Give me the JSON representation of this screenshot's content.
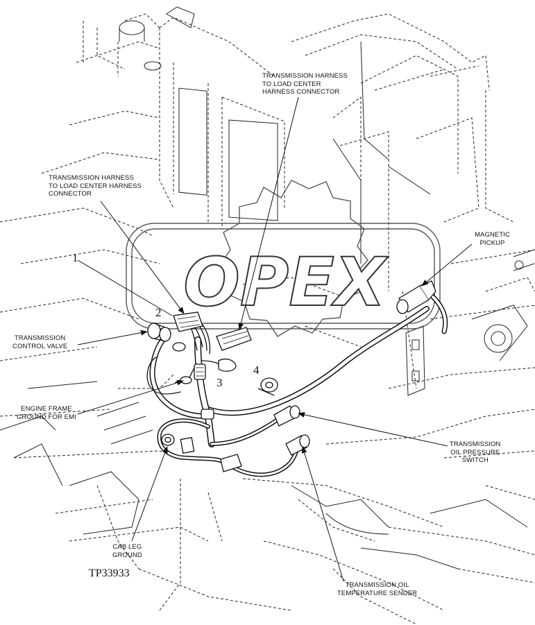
{
  "figure_id": "TP33933",
  "watermark": "OPEX",
  "callout_numbers": [
    "1",
    "2",
    "3",
    "4"
  ],
  "labels": {
    "harness_top": [
      "TRANSMISSION HARNESS",
      "TO LOAD CENTER",
      "HARNESS CONNECTOR"
    ],
    "harness_left": [
      "TRANSMISSION HARNESS",
      "TO LOAD CENTER HARNESS",
      "CONNECTOR"
    ],
    "magnetic_pickup": [
      "MAGNETIC",
      "PICKUP"
    ],
    "control_valve": [
      "TRANSMISSION",
      "CONTROL VALVE"
    ],
    "ground_emi": [
      "ENGINE FRAME",
      "GROUND FOR EMI"
    ],
    "oil_pressure": [
      "TRANSMISSION",
      "OIL PRESSURE",
      "SWITCH"
    ],
    "cab_leg": [
      "CAB LEG",
      "GROUND"
    ],
    "oil_temp": [
      "TRANSMISSION OIL",
      "TEMPERATURE SENDER"
    ]
  }
}
